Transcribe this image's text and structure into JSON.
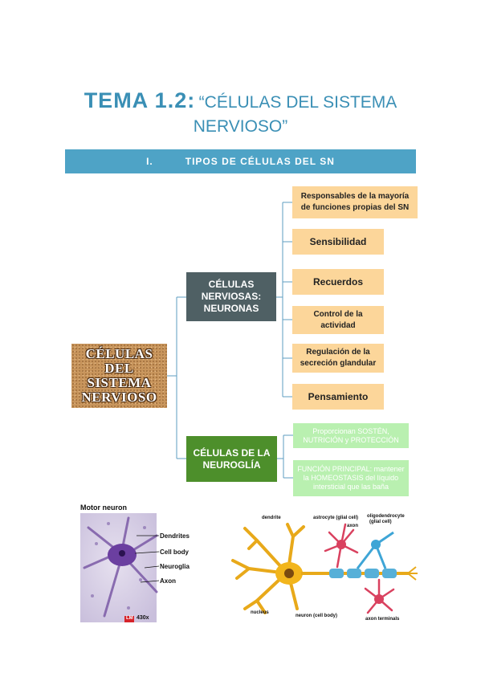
{
  "title": {
    "prefix": "TEMA 1.2:",
    "line1": "“CÉLULAS DEL SISTEMA",
    "line2": "NERVIOSO”"
  },
  "section": {
    "number": "I.",
    "label": "TIPOS DE CÉLULAS DEL SN"
  },
  "root": {
    "line1": "CÉLULAS",
    "line2": "DEL",
    "line3": "SISTEMA",
    "line4": "NERVIOSO"
  },
  "neurons": {
    "label_line1": "CÉLULAS",
    "label_line2": "NERVIOSAS:",
    "label_line3": "NEURONAS",
    "functions": [
      {
        "line1": "Responsables de la mayoría",
        "line2": "de funciones propias del SN"
      },
      {
        "line1": "Sensibilidad",
        "line2": ""
      },
      {
        "line1": "Recuerdos",
        "line2": ""
      },
      {
        "line1": "Control de la",
        "line2": "actividad"
      },
      {
        "line1": "Regulación de la",
        "line2": "secreción glandular"
      },
      {
        "line1": "Pensamiento",
        "line2": ""
      }
    ]
  },
  "glia": {
    "label_line1": "CÉLULAS DE LA",
    "label_line2": "NEUROGLÍA",
    "items": [
      {
        "line1": "Proporcionan SOSTÉN,",
        "line2": "NUTRICIÓN y PROTECCIÓN",
        "line3": ""
      },
      {
        "line1": "FUNCIÓN PRINCIPAL: mantener",
        "line2": "la HOMEOSTASIS del líquido",
        "line3": "intersticial que las baña"
      }
    ]
  },
  "micrograph": {
    "title": "Motor neuron",
    "labels": [
      "Dendrites",
      "Cell body",
      "Neuroglia",
      "Axon"
    ],
    "badge": "LM",
    "magnification": "430x"
  },
  "diagram": {
    "labels": {
      "dendrite": "dendrite",
      "astrocyte": "astrocyte (glial cell)",
      "axon": "axon",
      "oligodendrocyte_line1": "oligodendrocyte",
      "oligodendrocyte_line2": "(glial cell)",
      "nucleus": "nucleus",
      "neuron": "neuron (cell body)",
      "terminals": "axon terminals"
    }
  }
}
